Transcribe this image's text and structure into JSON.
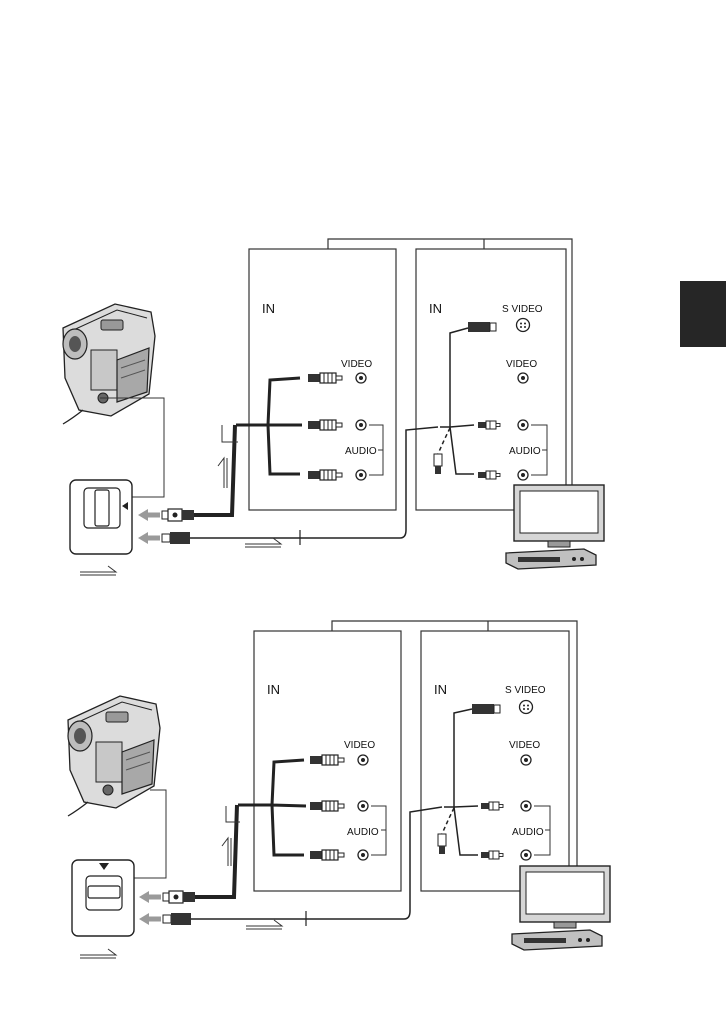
{
  "page": {
    "section_tab": {
      "color": "#262626"
    }
  },
  "diagram_top": {
    "tv_panel": {
      "in_label": "IN"
    },
    "vcr_panel": {
      "in_label": "IN",
      "svideo_label": "S VIDEO",
      "video_label": "VIDEO",
      "audio_label": "AUDIO"
    },
    "left_panel": {
      "video_label": "VIDEO",
      "audio_label": "AUDIO"
    }
  },
  "diagram_bottom": {
    "tv_panel": {
      "in_label": "IN"
    },
    "vcr_panel": {
      "in_label": "IN",
      "svideo_label": "S VIDEO",
      "video_label": "VIDEO",
      "audio_label": "AUDIO"
    },
    "left_panel": {
      "video_label": "VIDEO",
      "audio_label": "AUDIO"
    }
  },
  "icons": [
    "camcorder-icon",
    "jack-cover-icon",
    "av-plug-icon",
    "svideo-plug-icon",
    "rca-plug-icon",
    "jack-icon",
    "tv-icon",
    "vcr-icon",
    "arrow-icon"
  ]
}
